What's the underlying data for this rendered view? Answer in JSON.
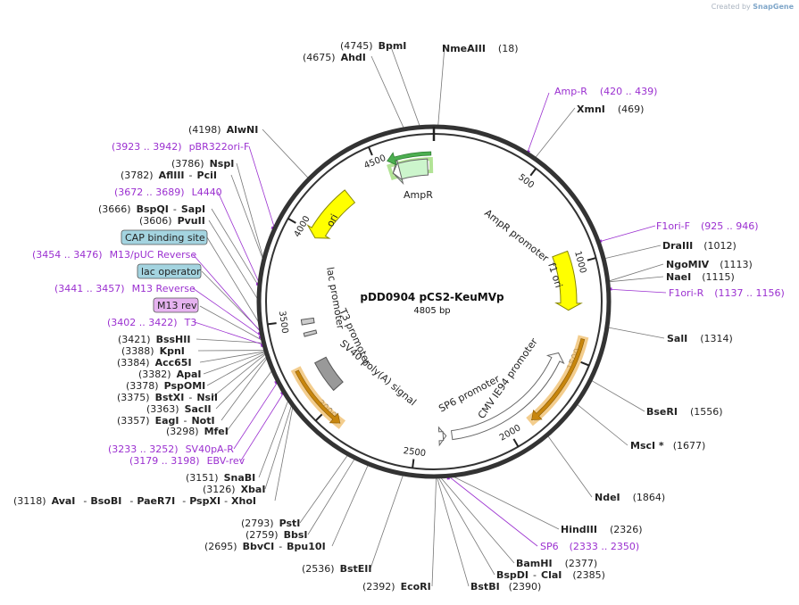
{
  "credit": {
    "prefix": "Created by",
    "brand": "SnapGene"
  },
  "plasmid": {
    "name": "pDD0904 pCS2-KeuMVp",
    "length": "4805 bp",
    "total_bp": 4805
  },
  "ticks": [
    {
      "bp": 500,
      "label": "500"
    },
    {
      "bp": 1000,
      "label": "1000"
    },
    {
      "bp": 1500,
      "label": "1500"
    },
    {
      "bp": 2000,
      "label": "2000"
    },
    {
      "bp": 2500,
      "label": "2500"
    },
    {
      "bp": 3000,
      "label": "3000"
    },
    {
      "bp": 3500,
      "label": "3500"
    },
    {
      "bp": 4000,
      "label": "4000"
    },
    {
      "bp": 4500,
      "label": "4500"
    }
  ],
  "features": [
    {
      "name": "AmpR",
      "start": 4570,
      "end": 4770,
      "type": "cds-arrow",
      "color": "#ccf5cc",
      "stroke": "#666666",
      "dir": "ccw"
    },
    {
      "name": "AmpR promoter",
      "start": 4570,
      "end": 4610,
      "type": "promoter",
      "color": "#ffffff",
      "stroke": "#666666",
      "dir": "ccw"
    },
    {
      "name": "ori",
      "start": 3980,
      "end": 4290,
      "type": "cds-arrow",
      "color": "#ffff00",
      "stroke": "#888800",
      "dir": "ccw"
    },
    {
      "name": "f1 ori",
      "start": 925,
      "end": 1250,
      "type": "cds-arrow",
      "color": "#ffff00",
      "stroke": "#888800",
      "dir": "cw"
    },
    {
      "name": "CMV IE94 promoter",
      "start": 1500,
      "end": 2300,
      "type": "promoter",
      "color": "#ffffff",
      "stroke": "#666666",
      "dir": "ccw"
    },
    {
      "name": "SP6 promoter",
      "start": 2333,
      "end": 2350,
      "type": "promoter",
      "color": "#ffffff",
      "stroke": "#666666",
      "dir": "ccw"
    },
    {
      "name": "SV40 poly(A) signal",
      "start": 3050,
      "end": 3240,
      "type": "box",
      "color": "#999999",
      "stroke": "#555555"
    },
    {
      "name": "T3 promoter",
      "start": 3402,
      "end": 3422,
      "type": "box",
      "color": "#cccccc",
      "stroke": "#555555"
    },
    {
      "name": "lac promoter",
      "start": 3470,
      "end": 3500,
      "type": "box",
      "color": "#cccccc",
      "stroke": "#555555"
    }
  ],
  "feature_labels": [
    {
      "text": "AmpR"
    },
    {
      "text": "AmpR promoter"
    },
    {
      "text": "ori"
    },
    {
      "text": "f1 ori"
    },
    {
      "text": "CMV IE94 promoter"
    },
    {
      "text": "SP6 promoter"
    },
    {
      "text": "SV40 poly(A) signal"
    },
    {
      "text": "T3 promoter"
    },
    {
      "text": "lac promoter"
    }
  ],
  "enzymes": [
    {
      "pos": "(4745)",
      "name": "BpmI"
    },
    {
      "pos": "(4675)",
      "name": "AhdI"
    },
    {
      "pos": "(18)",
      "name": "NmeAIII"
    },
    {
      "pos": "(469)",
      "name": "XmnI"
    },
    {
      "pos": "(1012)",
      "name": "DraIII"
    },
    {
      "pos": "(1113)",
      "name": "NgoMIV"
    },
    {
      "pos": "(1115)",
      "name": "NaeI"
    },
    {
      "pos": "(1314)",
      "name": "SalI"
    },
    {
      "pos": "(1556)",
      "name": "BseRI"
    },
    {
      "pos": "(1677)",
      "name": "MscI *"
    },
    {
      "pos": "(1864)",
      "name": "NdeI"
    },
    {
      "pos": "(2326)",
      "name": "HindIII"
    },
    {
      "pos": "(2377)",
      "name": "BamHI"
    },
    {
      "pos": "(2385)",
      "name": "BspDI",
      "alt": "ClaI"
    },
    {
      "pos": "(2390)",
      "name": "BstBI"
    },
    {
      "pos": "(2392)",
      "name": "EcoRI"
    },
    {
      "pos": "(2536)",
      "name": "BstEII"
    },
    {
      "pos": "(2695)",
      "name": "BbvCI",
      "alt": "Bpu10I"
    },
    {
      "pos": "(2759)",
      "name": "BbsI"
    },
    {
      "pos": "(2793)",
      "name": "PstI"
    },
    {
      "pos": "(3118)",
      "name": "AvaI",
      "alt": "BsoBI",
      "alt2": "PaeR7I",
      "alt3": "PspXI",
      "alt4": "XhoI"
    },
    {
      "pos": "(3126)",
      "name": "XbaI"
    },
    {
      "pos": "(3151)",
      "name": "SnaBI"
    },
    {
      "pos": "(3298)",
      "name": "MfeI"
    },
    {
      "pos": "(3357)",
      "name": "EagI",
      "alt": "NotI"
    },
    {
      "pos": "(3363)",
      "name": "SacII"
    },
    {
      "pos": "(3375)",
      "name": "BstXI",
      "alt": "NsiI"
    },
    {
      "pos": "(3378)",
      "name": "PspOMI"
    },
    {
      "pos": "(3382)",
      "name": "ApaI"
    },
    {
      "pos": "(3384)",
      "name": "Acc65I"
    },
    {
      "pos": "(3388)",
      "name": "KpnI"
    },
    {
      "pos": "(3421)",
      "name": "BssHII"
    },
    {
      "pos": "(3606)",
      "name": "PvuII"
    },
    {
      "pos": "(3666)",
      "name": "BspQI",
      "alt": "SapI"
    },
    {
      "pos": "(3782)",
      "name": "AflIII",
      "alt": "PciI"
    },
    {
      "pos": "(3786)",
      "name": "NspI"
    },
    {
      "pos": "(4198)",
      "name": "AlwNI"
    }
  ],
  "primers": [
    {
      "name": "Amp-R",
      "range": "(420 .. 439)"
    },
    {
      "name": "F1ori-F",
      "range": "(925 .. 946)"
    },
    {
      "name": "F1ori-R",
      "range": "(1137 .. 1156)"
    },
    {
      "name": "SP6",
      "range": "(2333 .. 2350)"
    },
    {
      "name": "EBV-rev",
      "range": "(3179 .. 3198)"
    },
    {
      "name": "SV40pA-R",
      "range": "(3233 .. 3252)"
    },
    {
      "name": "T3",
      "range": "(3402 .. 3422)"
    },
    {
      "name": "M13 Reverse",
      "range": "(3441 .. 3457)"
    },
    {
      "name": "M13/pUC Reverse",
      "range": "(3454 .. 3476)"
    },
    {
      "name": "L4440",
      "range": "(3672 .. 3689)"
    },
    {
      "name": "pBR322ori-F",
      "range": "(3923 .. 3942)"
    }
  ],
  "boxed_labels": [
    {
      "text": "CAP binding site",
      "color": "#a4d4e0"
    },
    {
      "text": "lac operator",
      "color": "#a4d4e0"
    },
    {
      "text": "M13 rev",
      "color": "#e6b3f0"
    }
  ],
  "colors": {
    "backbone": "#333333",
    "primer": "#9b30d0",
    "enzyme_line": "#777777"
  }
}
